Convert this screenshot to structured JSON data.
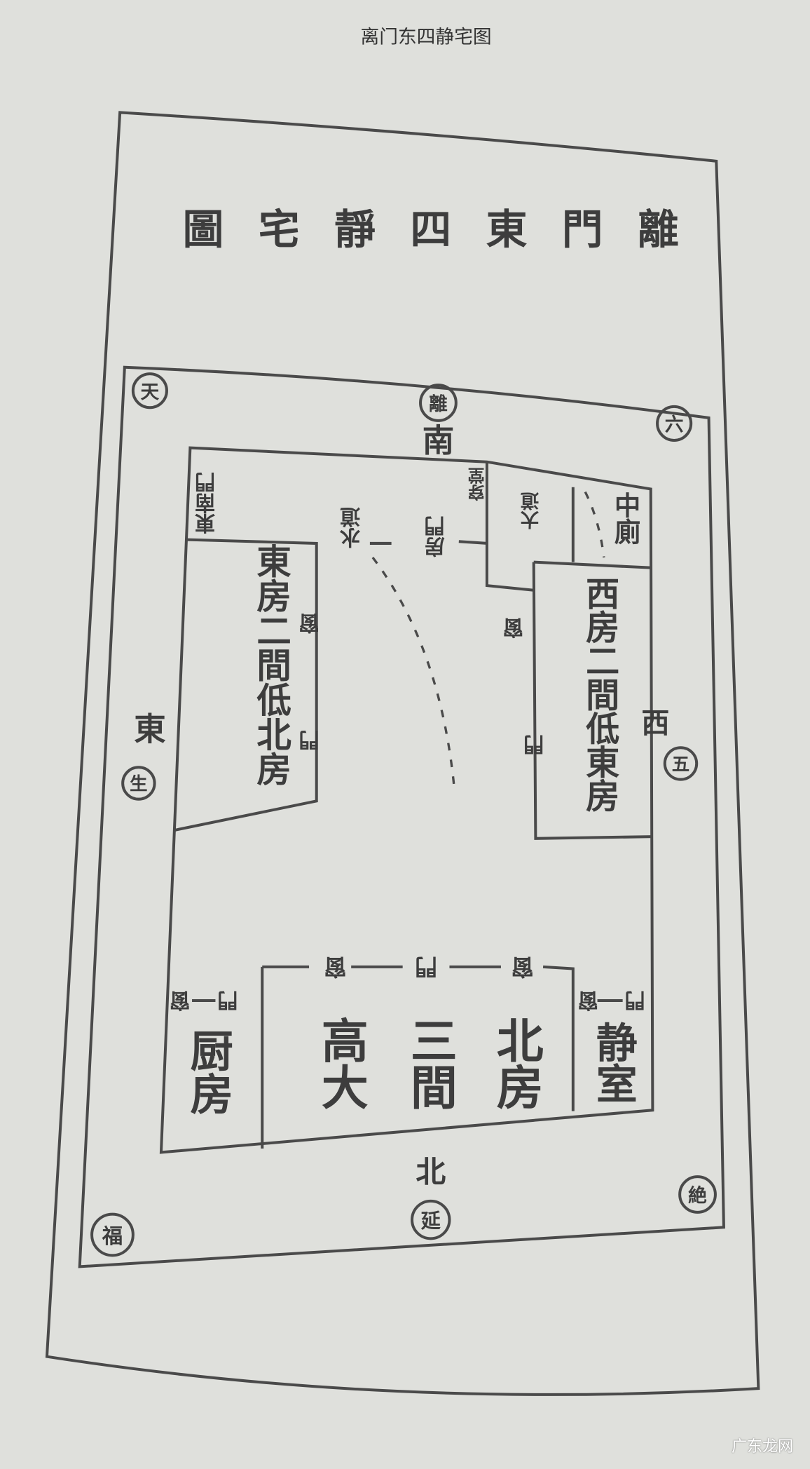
{
  "caption": "离门东四静宅图",
  "diagram_title": "圖宅靜四東門離",
  "directions": {
    "south": "南",
    "east": "東",
    "west": "西",
    "north": "北"
  },
  "stars": {
    "top_left": "天",
    "top_center": "離",
    "top_right": "六",
    "east": "生",
    "west": "五",
    "bottom_left": "福",
    "bottom_center": "延",
    "bottom_right": "絶"
  },
  "rooms": {
    "east_room": "東房二間低北房",
    "west_room": "西房二間低東房",
    "kitchen": "厨房",
    "north_room_1": "高大",
    "north_room_2": "三間",
    "north_room_3": "北房",
    "quiet_room": "静室"
  },
  "labels": {
    "southeast_gate": "東南門",
    "water_channel": "水道",
    "room_door": "房門",
    "hall": "穿堂",
    "road": "大道",
    "toilet": "中廁",
    "window": "窗",
    "door": "門"
  },
  "watermark": "广东龙网"
}
